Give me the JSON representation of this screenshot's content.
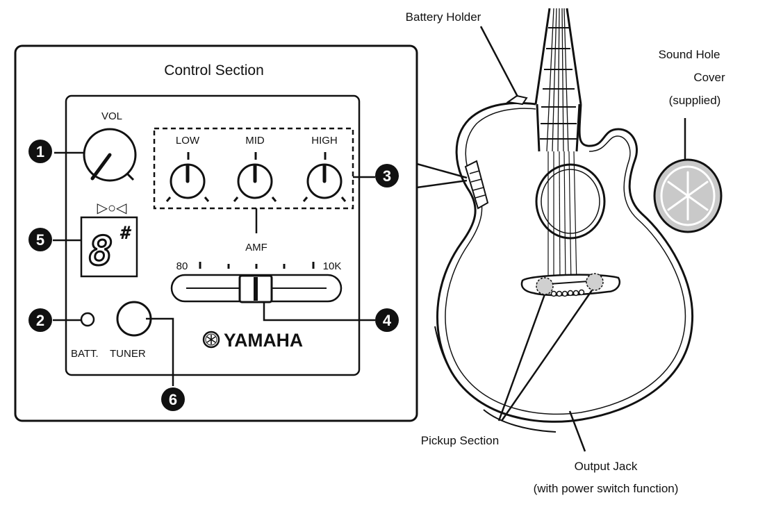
{
  "panel": {
    "title": "Control Section",
    "knob_labels": {
      "volume": "VOL",
      "low": "LOW",
      "mid": "MID",
      "high": "HIGH"
    },
    "tuner_indicator": "▷○◁",
    "note_display": "8",
    "sharp_symbol": "#",
    "amf": {
      "label": "AMF",
      "min_label": "80",
      "max_label": "10K"
    },
    "batt_label": "BATT.",
    "tuner_label": "TUNER",
    "brand": "YAMAHA"
  },
  "callouts": [
    "1",
    "2",
    "3",
    "4",
    "5",
    "6"
  ],
  "guitar_labels": {
    "battery_holder": "Battery Holder",
    "sound_hole_cover": [
      "Sound Hole",
      "Cover",
      "(supplied)"
    ],
    "pickup_section": "Pickup Section",
    "output_jack": [
      "Output Jack",
      "(with power switch function)"
    ]
  },
  "colors": {
    "ink": "#111111",
    "callout_fill": "#111111",
    "pickup_shade": "#d0d0d0",
    "cover_fill": "#c9c9c9"
  },
  "icons": [
    "volume-knob-icon",
    "eq-knob-icon",
    "amf-slider-icon",
    "tuner-button-icon",
    "battery-led-icon",
    "yamaha-tuning-fork-logo-icon",
    "acoustic-guitar-icon",
    "sound-hole-cover-icon"
  ]
}
